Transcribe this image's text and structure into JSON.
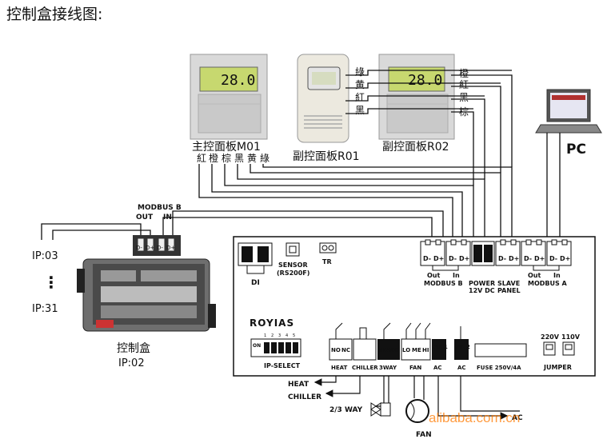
{
  "title": "控制盒接线图:",
  "panels": {
    "m01": {
      "label": "主控面板M01",
      "display": "28.0",
      "wires": [
        "紅",
        "橙",
        "棕",
        "黑",
        "黄",
        "綠"
      ]
    },
    "r01": {
      "label": "副控面板R01",
      "wires": [
        "綠",
        "黄",
        "紅",
        "黑"
      ]
    },
    "r02": {
      "label": "副控面板R02",
      "display": "28.0",
      "wires": [
        "橙",
        "紅",
        "黑",
        "棕"
      ]
    }
  },
  "pc_label": "PC",
  "modbus_top": {
    "title": "MODBUS B",
    "out": "OUT",
    "in": "IN"
  },
  "ip_labels": {
    "ip03": "IP:03",
    "dots": "⋮",
    "ip31": "IP:31"
  },
  "control_box": {
    "label": "控制盒",
    "ip": "IP:02"
  },
  "terminal_codes": {
    "d_minus": "D-",
    "d_plus": "D+",
    "minus": "-",
    "plus": "+"
  },
  "terminals": {
    "di": "DI",
    "sensor": "SENSOR",
    "sensor_model": "(RS200F)",
    "tr": "TR",
    "out": "Out",
    "in": "In",
    "modbus_b": "MODBUS B",
    "power": "POWER",
    "power_spec": "12V DC",
    "slave": "SLAVE",
    "slave2": "PANEL",
    "modbus_a": "MODBUS A"
  },
  "brand": "ROYIAS",
  "ip_select": {
    "label": "IP-SELECT",
    "on": "ON",
    "numbers": [
      "1",
      "2",
      "3",
      "4",
      "5"
    ]
  },
  "relay": {
    "no": "NO",
    "nc": "NC",
    "lo": "LO",
    "me": "ME",
    "hi": "HI",
    "ac1": "AC 1",
    "ac2": "AC 2",
    "heat": "HEAT",
    "chiller": "CHILLER",
    "threeway": "3WAY",
    "fan": "FAN",
    "ac": "AC"
  },
  "fuse": "FUSE 250V/4A",
  "jumper": {
    "v220": "220V",
    "v110": "110V",
    "label": "JUMPER"
  },
  "outputs": {
    "heat": "HEAT",
    "chiller": "CHILLER",
    "way": "2/3 WAY",
    "fan": "FAN",
    "ac": "AC"
  },
  "watermark": "alibaba.com.cn"
}
